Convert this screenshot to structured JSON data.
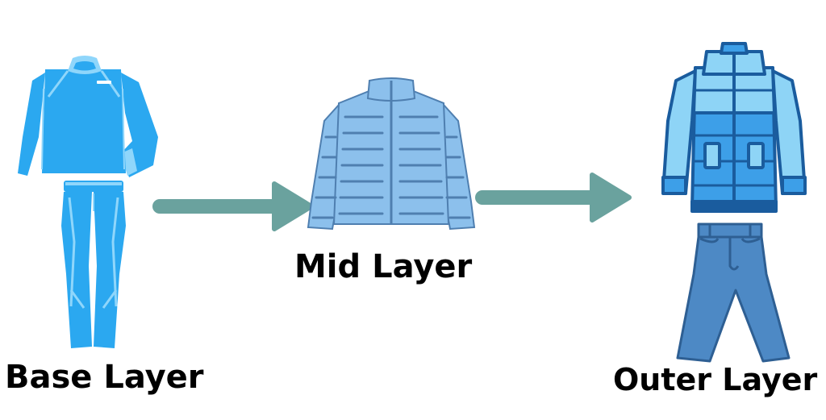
{
  "diagram": {
    "steps": [
      {
        "label": "Base Layer",
        "garment": "base-layer-thermal-set"
      },
      {
        "label": "Mid Layer",
        "garment": "down-puffer-jacket"
      },
      {
        "label": "Outer Layer",
        "garment": "parka-and-jeans"
      }
    ],
    "connector": "right-arrow"
  },
  "colors": {
    "base_blue": "#2ba8f0",
    "base_stripe": "#8fd6fb",
    "mid_blue": "#8cc0ec",
    "mid_dark": "#4f7fb0",
    "outer_light": "#8ed4f6",
    "outer_mid": "#3d9fe8",
    "outer_dark": "#1a5c9e",
    "jeans": "#4d89c5",
    "arrow": "#6aa29e",
    "text": "#000000"
  }
}
